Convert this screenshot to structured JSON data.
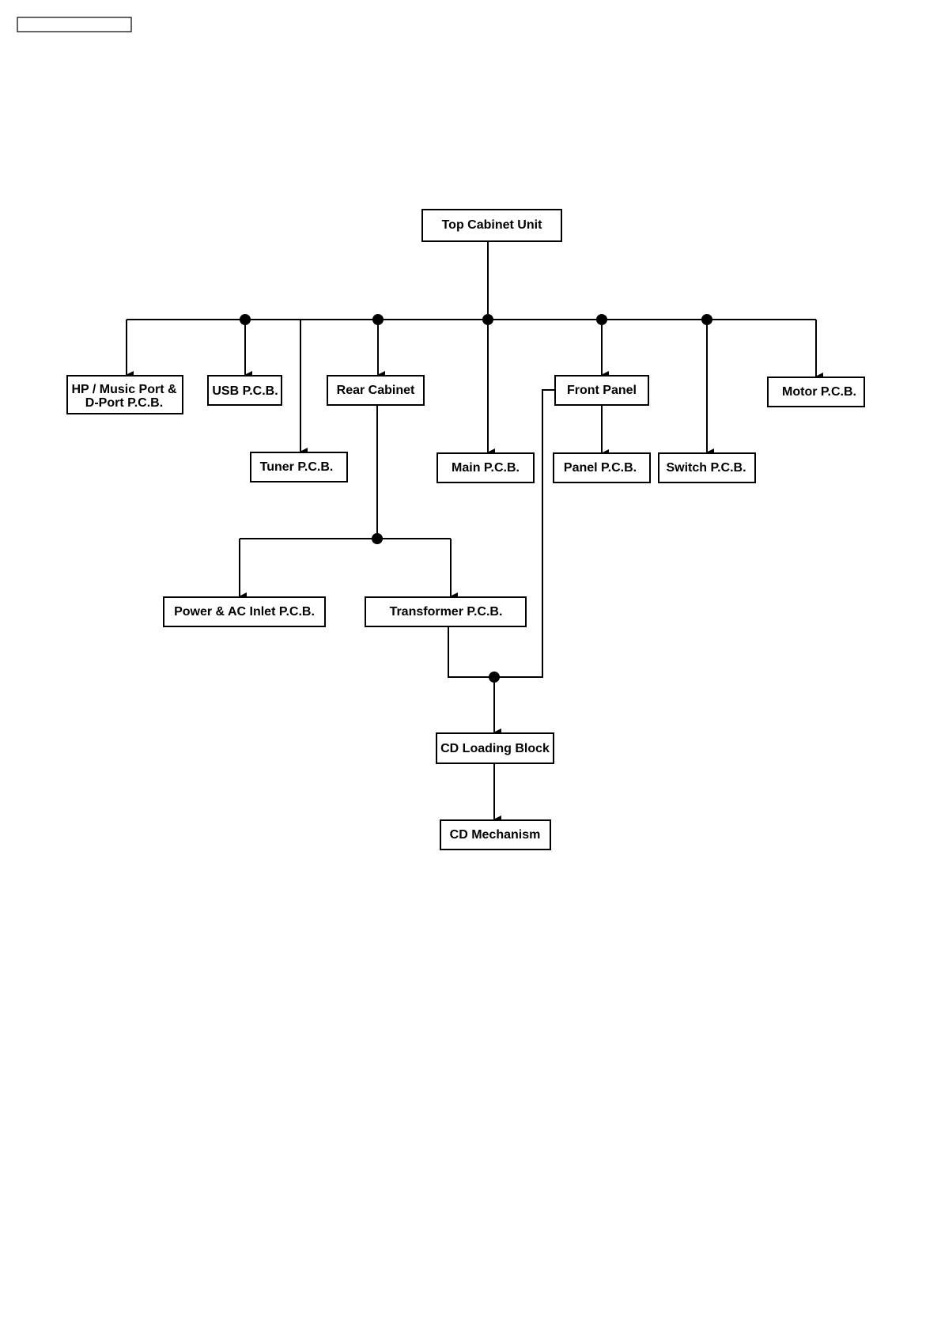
{
  "diagram": {
    "nodes": {
      "top_cabinet": "Top Cabinet Unit",
      "hp_music_port_1": "HP / Music Port &",
      "hp_music_port_2": "D-Port P.C.B.",
      "usb_pcb": "USB P.C.B.",
      "rear_cabinet": "Rear Cabinet",
      "front_panel": "Front Panel",
      "motor_pcb": "Motor P.C.B.",
      "tuner_pcb": "Tuner P.C.B.",
      "main_pcb": "Main P.C.B.",
      "panel_pcb": "Panel P.C.B.",
      "switch_pcb": "Switch P.C.B.",
      "power_ac_inlet_pcb": "Power & AC Inlet P.C.B.",
      "transformer_pcb": "Transformer P.C.B.",
      "cd_loading_block": "CD Loading Block",
      "cd_mechanism": "CD Mechanism"
    }
  }
}
